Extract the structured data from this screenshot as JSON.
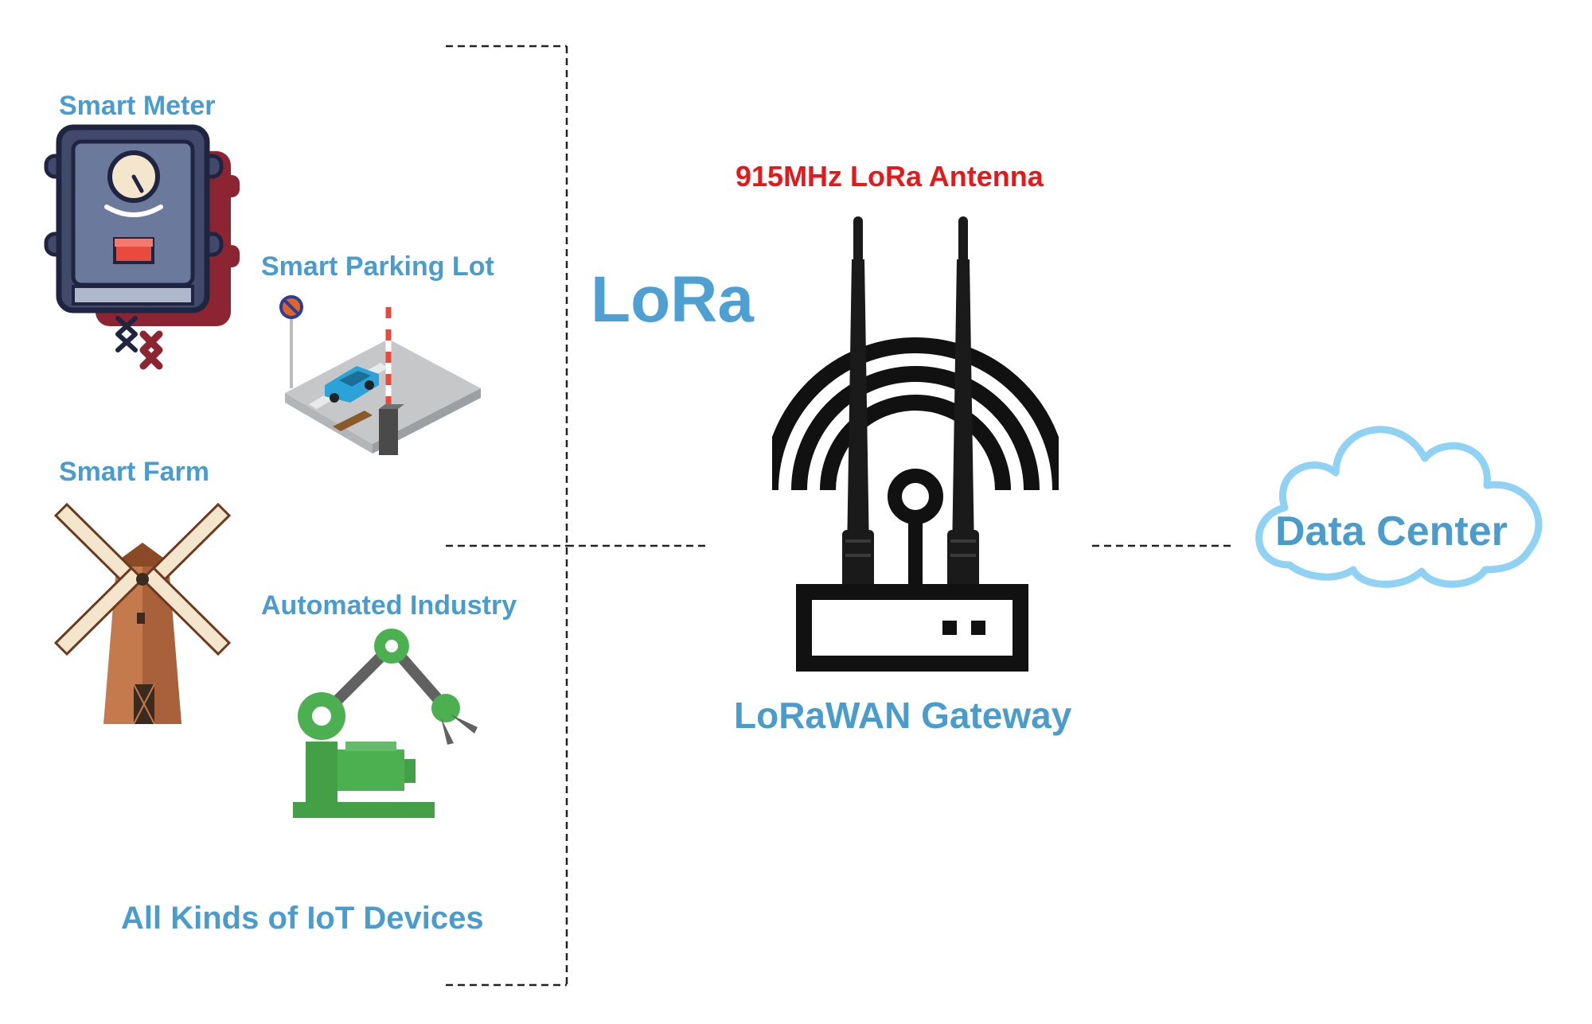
{
  "labels": {
    "smart_meter": "Smart Meter",
    "smart_parking": "Smart Parking Lot",
    "smart_farm": "Smart Farm",
    "automated_industry": "Automated Industry",
    "devices_caption": "All Kinds of IoT Devices",
    "protocol": "LoRa",
    "antenna": "915MHz LoRa Antenna",
    "gateway": "LoRaWAN Gateway",
    "data_center": "Data Center"
  },
  "icons": {
    "smart_meter": "electric-meter-icon",
    "smart_parking": "parking-barrier-icon",
    "smart_farm": "windmill-icon",
    "automated_industry": "robot-arm-icon",
    "gateway": "router-antenna-icon",
    "data_center": "cloud-icon"
  },
  "colors": {
    "label_blue": "#4a9ccd",
    "antenna_red": "#e3191b",
    "cloud_blue": "#8fd2f3",
    "industry_green": "#43a047",
    "meter_body": "#414a6b",
    "meter_shadow": "#8c2431"
  }
}
